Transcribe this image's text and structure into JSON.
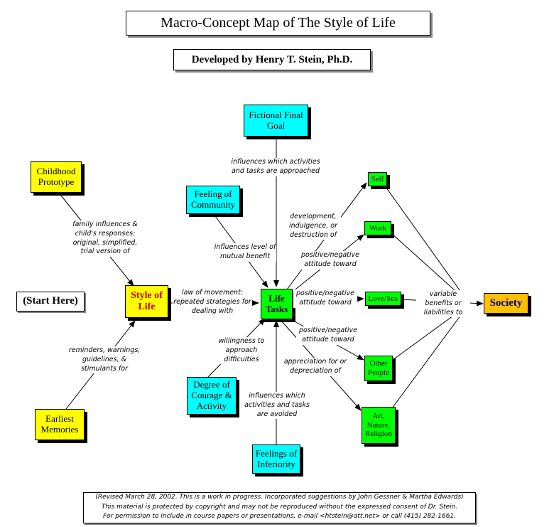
{
  "title": "Macro-Concept Map of The Style of Life",
  "author": "Developed by Henry T. Stein, Ph.D.",
  "nodes": {
    "fictional_final_goal": "Fictional Final Goal",
    "feeling_of_community": "Feeling of Community",
    "childhood_prototype": "Childhood Prototype",
    "start_here": "(Start Here)",
    "style_of_life": "Style of Life",
    "life_tasks": "Life Tasks",
    "earliest_memories": "Earliest Memories",
    "degree_of_courage": "Degree of Courage & Activity",
    "feelings_of_inferiority": "Feelings of Inferiority",
    "self": "Self",
    "work": "Work",
    "love_sex": "Love/Sex",
    "other_people": "Other People",
    "art_nature_religion": "Art, Nature, Religion",
    "society": "Society"
  },
  "labels": {
    "goal_influence": "influences which activities and tasks are approached",
    "community_influence": "influences level of mutual benefit",
    "prototype_link": "family influences & child's responses: original, simplified, trial version of",
    "law_of_movement": "law of movement: repeated strategies for dealing with",
    "memories_link": "reminders, warnings, guidelines, & stimulants for",
    "courage_link": "willingness to approach difficulties",
    "inferiority_link": "influences which activities and tasks are avoided",
    "self_link": "development, indulgence, or destruction of",
    "work_link": "positive/negative attitude toward",
    "love_link": "positive/negative attitude toward",
    "other_link": "positive/negative attitude toward",
    "art_link": "appreciation for or depreciation of",
    "society_link": "variable benefits or liabilities to"
  },
  "footer": {
    "line1": "(Revised March 28, 2002.  This is a work in progress. Incorporated suggestions by John Gessner & Martha Edwards)",
    "line2": "This material is protected by copyright and may not be reproduced without the expressed consent of Dr. Stein.",
    "line3": "For permission to include in course papers or presentations, e-mail <htstein@att.net> or call (415) 282-1661."
  },
  "colors": {
    "cyan_node": "#00ffff",
    "yellow_node": "#ffff00",
    "green_node": "#00ff00",
    "society_node": "#ffc000",
    "style_of_life_text": "#cc0000",
    "society_text": "#000080"
  }
}
